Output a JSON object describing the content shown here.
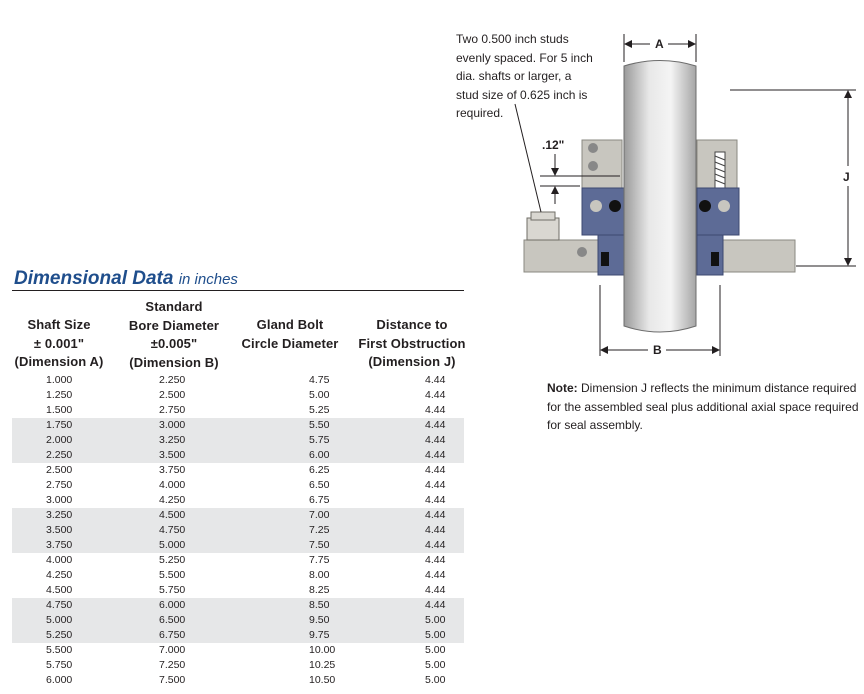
{
  "table": {
    "title": "Dimensional Data",
    "units": "in inches",
    "headers": [
      "Shaft Size\n± 0.001\"\n(Dimension A)",
      "Standard\nBore Diameter\n±0.005\"\n(Dimension B)",
      "Gland Bolt\nCircle Diameter",
      "Distance to\nFirst Obstruction\n(Dimension J)"
    ],
    "rows": [
      [
        "1.000",
        "2.250",
        "4.75",
        "4.44"
      ],
      [
        "1.250",
        "2.500",
        "5.00",
        "4.44"
      ],
      [
        "1.500",
        "2.750",
        "5.25",
        "4.44"
      ],
      [
        "1.750",
        "3.000",
        "5.50",
        "4.44"
      ],
      [
        "2.000",
        "3.250",
        "5.75",
        "4.44"
      ],
      [
        "2.250",
        "3.500",
        "6.00",
        "4.44"
      ],
      [
        "2.500",
        "3.750",
        "6.25",
        "4.44"
      ],
      [
        "2.750",
        "4.000",
        "6.50",
        "4.44"
      ],
      [
        "3.000",
        "4.250",
        "6.75",
        "4.44"
      ],
      [
        "3.250",
        "4.500",
        "7.00",
        "4.44"
      ],
      [
        "3.500",
        "4.750",
        "7.25",
        "4.44"
      ],
      [
        "3.750",
        "5.000",
        "7.50",
        "4.44"
      ],
      [
        "4.000",
        "5.250",
        "7.75",
        "4.44"
      ],
      [
        "4.250",
        "5.500",
        "8.00",
        "4.44"
      ],
      [
        "4.500",
        "5.750",
        "8.25",
        "4.44"
      ],
      [
        "4.750",
        "6.000",
        "8.50",
        "4.44"
      ],
      [
        "5.000",
        "6.500",
        "9.50",
        "5.00"
      ],
      [
        "5.250",
        "6.750",
        "9.75",
        "5.00"
      ],
      [
        "5.500",
        "7.000",
        "10.00",
        "5.00"
      ],
      [
        "5.750",
        "7.250",
        "10.25",
        "5.00"
      ],
      [
        "6.000",
        "7.500",
        "10.50",
        "5.00"
      ]
    ],
    "shaded_groups": [
      3,
      4,
      5,
      9,
      10,
      11,
      15,
      16,
      17
    ]
  },
  "diagram": {
    "callout": "Two 0.500 inch studs\nevenly spaced. For 5 inch\ndia. shafts or larger, a\nstud size of 0.625 inch is\nrequired.",
    "gap_label": ".12\"",
    "dim_a": "A",
    "dim_b": "B",
    "dim_j": "J"
  },
  "note": {
    "label": "Note:",
    "text": " Dimension J reflects the minimum distance required for the assembled seal plus additional axial space required for seal assembly."
  },
  "colors": {
    "title_blue": "#1f4e8c",
    "shade_gray": "#e6e7e8",
    "seal_blue": "#5d6b96",
    "gland_gray": "#c8c6bf"
  }
}
